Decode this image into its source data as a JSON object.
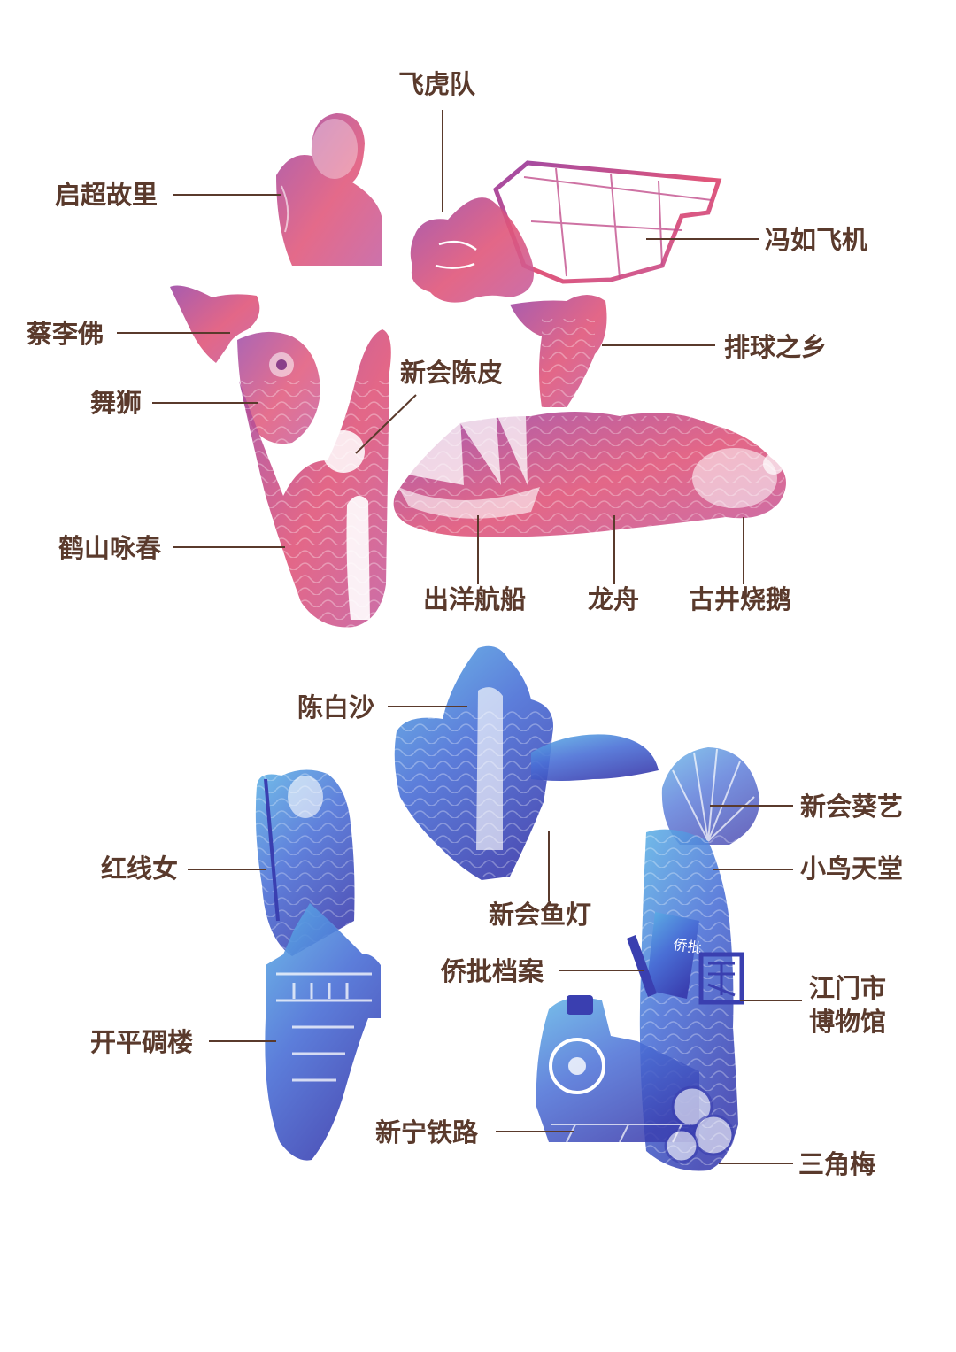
{
  "colors": {
    "label_text": "#5a3a2c",
    "leader_line": "#5a3a2c",
    "top_gradient": [
      "#9e4aa6",
      "#e0567a",
      "#c55fa0"
    ],
    "bottom_gradient": [
      "#5fb4e6",
      "#4a6fd6",
      "#3a3fb0"
    ]
  },
  "labels": {
    "feihudui": "飞虎队",
    "qichao": "启超故里",
    "fengru": "冯如飞机",
    "cailifo": "蔡李佛",
    "paiqiu": "排球之乡",
    "chenpi": "新会陈皮",
    "wushi": "舞狮",
    "heshan": "鹤山咏春",
    "chuyang": "出洋航船",
    "longzhou": "龙舟",
    "shaoe": "古井烧鹅",
    "baisha": "陈白沙",
    "kuiyi": "新会葵艺",
    "hongxian": "红线女",
    "niaotiantang": "小鸟天堂",
    "yudeng": "新会鱼灯",
    "qiaopi": "侨批档案",
    "museum_l1": "江门市",
    "museum_l2": "博物馆",
    "diaolou": "开平碉楼",
    "tielu": "新宁铁路",
    "sanjiaomei": "三角梅"
  },
  "stamp_text": "侨批"
}
